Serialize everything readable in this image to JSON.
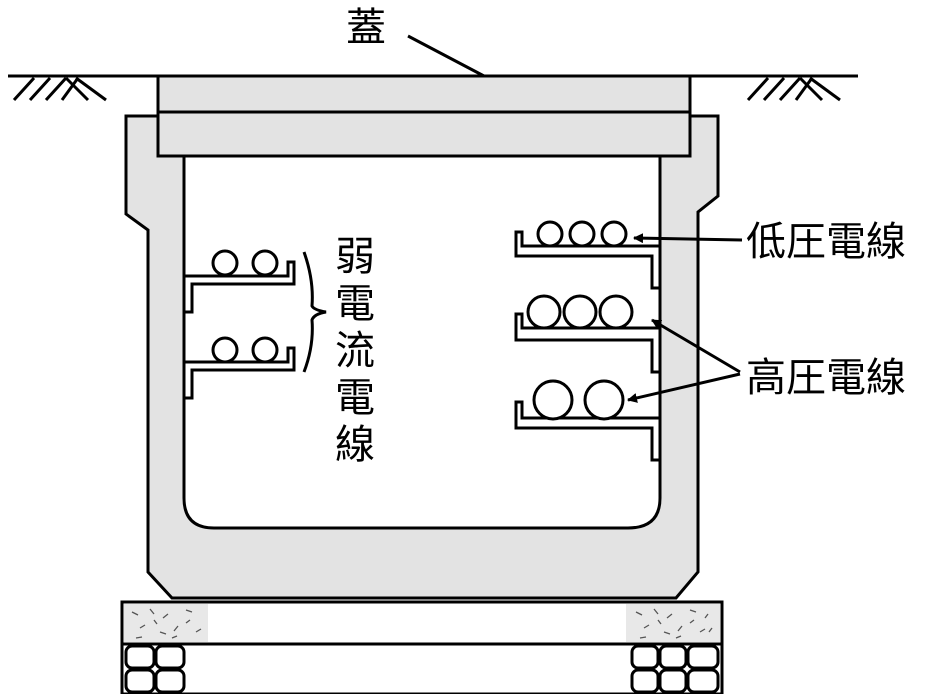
{
  "labels": {
    "lid": "蓋",
    "low_voltage": "低圧電線",
    "high_voltage": "高圧電線",
    "weak_current": "弱電流電線"
  },
  "colors": {
    "concrete": "#e3e3e3",
    "line": "#000000",
    "background": "#ffffff"
  }
}
